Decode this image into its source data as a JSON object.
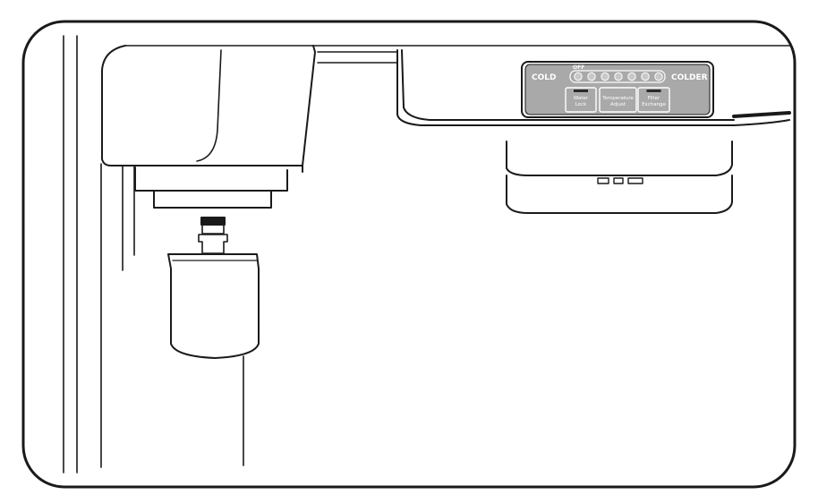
{
  "panel": {
    "cold_label": "COLD",
    "colder_label": "COLDER",
    "off_label": "OFF",
    "buttons": [
      {
        "line1": "Water",
        "line2": "Lock"
      },
      {
        "line1": "Temperature",
        "line2": "Adjust"
      },
      {
        "line1": "Filter",
        "line2": "Exchange"
      }
    ],
    "indicator_count": 7
  },
  "colors": {
    "outline": "#1a1a1a",
    "panel_fill": "#a9a9a9",
    "led_fill": "#c8c8c8",
    "background": "#ffffff"
  }
}
